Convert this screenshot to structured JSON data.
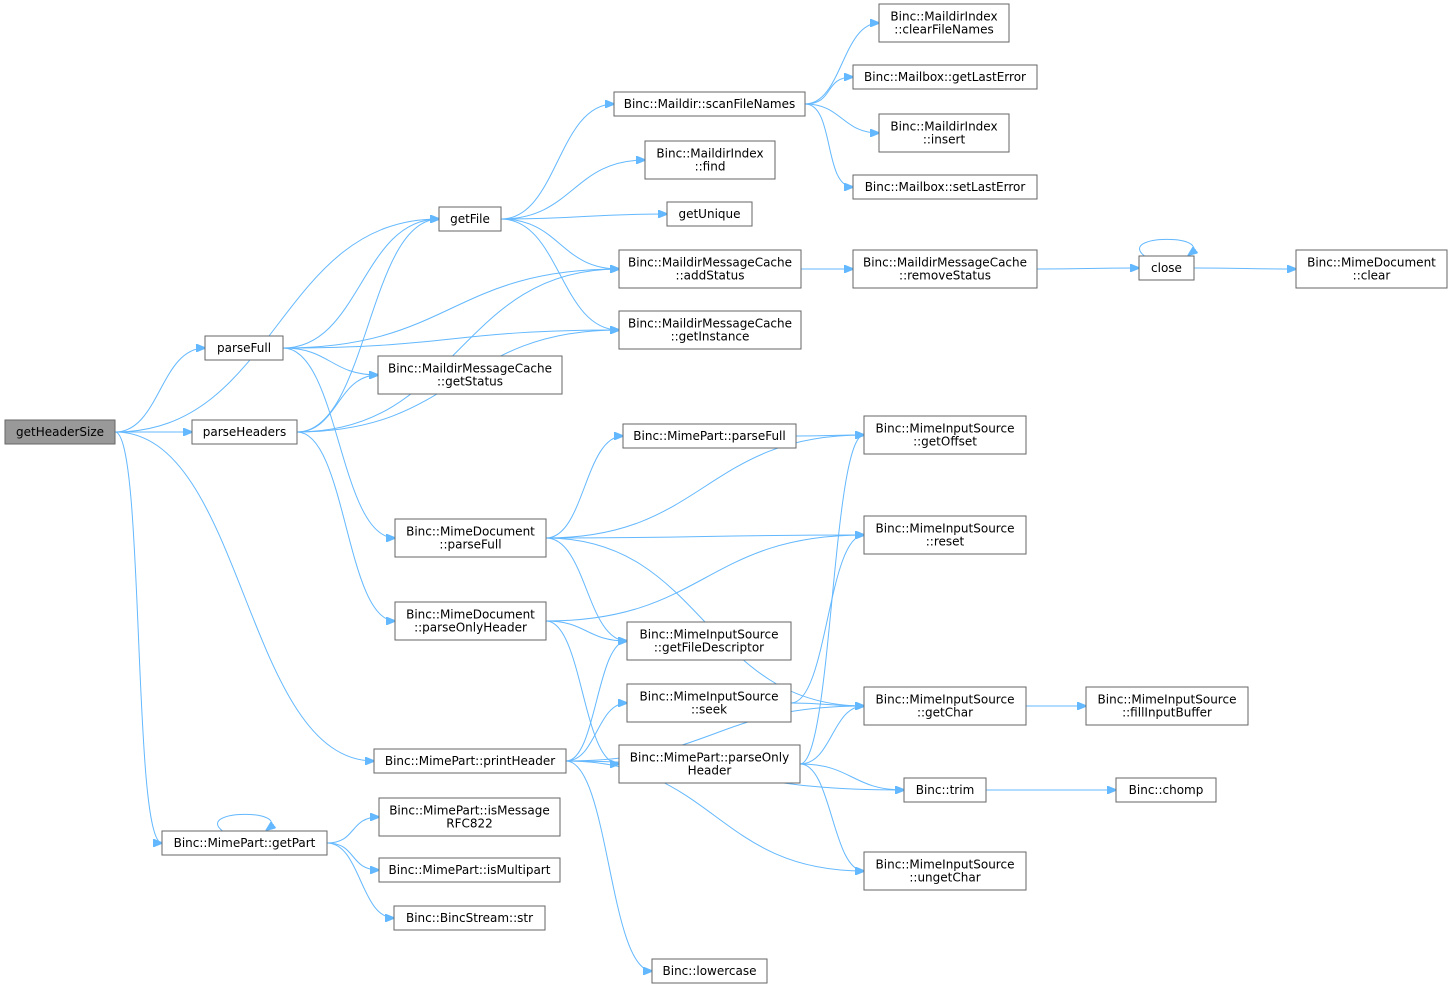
{
  "graph": {
    "nodes": [
      {
        "id": "getHeaderSize",
        "lines": [
          "getHeaderSize"
        ],
        "root": true
      },
      {
        "id": "parseFull",
        "lines": [
          "parseFull"
        ]
      },
      {
        "id": "parseHeaders",
        "lines": [
          "parseHeaders"
        ]
      },
      {
        "id": "getPart",
        "lines": [
          "Binc::MimePart::getPart"
        ]
      },
      {
        "id": "printHeader",
        "lines": [
          "Binc::MimePart::printHeader"
        ]
      },
      {
        "id": "getFile",
        "lines": [
          "getFile"
        ]
      },
      {
        "id": "getStatus",
        "lines": [
          "Binc::MaildirMessageCache",
          "::getStatus"
        ]
      },
      {
        "id": "mdParseFull",
        "lines": [
          "Binc::MimeDocument",
          "::parseFull"
        ]
      },
      {
        "id": "mdParseOnlyHeader",
        "lines": [
          "Binc::MimeDocument",
          "::parseOnlyHeader"
        ]
      },
      {
        "id": "isMessageRFC822",
        "lines": [
          "Binc::MimePart::isMessage",
          "RFC822"
        ]
      },
      {
        "id": "isMultipart",
        "lines": [
          "Binc::MimePart::isMultipart"
        ]
      },
      {
        "id": "bincStreamStr",
        "lines": [
          "Binc::BincStream::str"
        ]
      },
      {
        "id": "scanFileNames",
        "lines": [
          "Binc::Maildir::scanFileNames"
        ]
      },
      {
        "id": "mdiFind",
        "lines": [
          "Binc::MaildirIndex",
          "::find"
        ]
      },
      {
        "id": "getUnique",
        "lines": [
          "getUnique"
        ]
      },
      {
        "id": "addStatus",
        "lines": [
          "Binc::MaildirMessageCache",
          "::addStatus"
        ]
      },
      {
        "id": "getInstance",
        "lines": [
          "Binc::MaildirMessageCache",
          "::getInstance"
        ]
      },
      {
        "id": "mpParseFull",
        "lines": [
          "Binc::MimePart::parseFull"
        ]
      },
      {
        "id": "getFileDescriptor",
        "lines": [
          "Binc::MimeInputSource",
          "::getFileDescriptor"
        ]
      },
      {
        "id": "seek",
        "lines": [
          "Binc::MimeInputSource",
          "::seek"
        ]
      },
      {
        "id": "mpParseOnlyHeader",
        "lines": [
          "Binc::MimePart::parseOnly",
          "Header"
        ]
      },
      {
        "id": "lowercase",
        "lines": [
          "Binc::lowercase"
        ]
      },
      {
        "id": "clearFileNames",
        "lines": [
          "Binc::MaildirIndex",
          "::clearFileNames"
        ]
      },
      {
        "id": "getLastError",
        "lines": [
          "Binc::Mailbox::getLastError"
        ]
      },
      {
        "id": "mdiInsert",
        "lines": [
          "Binc::MaildirIndex",
          "::insert"
        ]
      },
      {
        "id": "setLastError",
        "lines": [
          "Binc::Mailbox::setLastError"
        ]
      },
      {
        "id": "removeStatus",
        "lines": [
          "Binc::MaildirMessageCache",
          "::removeStatus"
        ]
      },
      {
        "id": "getOffset",
        "lines": [
          "Binc::MimeInputSource",
          "::getOffset"
        ]
      },
      {
        "id": "reset",
        "lines": [
          "Binc::MimeInputSource",
          "::reset"
        ]
      },
      {
        "id": "getChar",
        "lines": [
          "Binc::MimeInputSource",
          "::getChar"
        ]
      },
      {
        "id": "trim",
        "lines": [
          "Binc::trim"
        ]
      },
      {
        "id": "ungetChar",
        "lines": [
          "Binc::MimeInputSource",
          "::ungetChar"
        ]
      },
      {
        "id": "close",
        "lines": [
          "close"
        ]
      },
      {
        "id": "fillInputBuffer",
        "lines": [
          "Binc::MimeInputSource",
          "::fillInputBuffer"
        ]
      },
      {
        "id": "chomp",
        "lines": [
          "Binc::chomp"
        ]
      },
      {
        "id": "mdClear",
        "lines": [
          "Binc::MimeDocument",
          "::clear"
        ]
      }
    ],
    "edges": [
      [
        "getHeaderSize",
        "getFile"
      ],
      [
        "getHeaderSize",
        "parseFull"
      ],
      [
        "getHeaderSize",
        "parseHeaders"
      ],
      [
        "getHeaderSize",
        "printHeader"
      ],
      [
        "getHeaderSize",
        "getPart"
      ],
      [
        "parseFull",
        "getFile"
      ],
      [
        "parseFull",
        "addStatus"
      ],
      [
        "parseFull",
        "getInstance"
      ],
      [
        "parseFull",
        "getStatus"
      ],
      [
        "parseFull",
        "mdParseFull"
      ],
      [
        "parseHeaders",
        "getFile"
      ],
      [
        "parseHeaders",
        "getStatus"
      ],
      [
        "parseHeaders",
        "addStatus"
      ],
      [
        "parseHeaders",
        "getInstance"
      ],
      [
        "parseHeaders",
        "mdParseOnlyHeader"
      ],
      [
        "getFile",
        "scanFileNames"
      ],
      [
        "getFile",
        "mdiFind"
      ],
      [
        "getFile",
        "getUnique"
      ],
      [
        "getFile",
        "addStatus"
      ],
      [
        "getFile",
        "getInstance"
      ],
      [
        "scanFileNames",
        "clearFileNames"
      ],
      [
        "scanFileNames",
        "getLastError"
      ],
      [
        "scanFileNames",
        "mdiInsert"
      ],
      [
        "scanFileNames",
        "setLastError"
      ],
      [
        "addStatus",
        "removeStatus"
      ],
      [
        "removeStatus",
        "close"
      ],
      [
        "close",
        "close"
      ],
      [
        "close",
        "mdClear"
      ],
      [
        "mdParseFull",
        "getOffset"
      ],
      [
        "mdParseFull",
        "mpParseFull"
      ],
      [
        "mdParseFull",
        "reset"
      ],
      [
        "mdParseFull",
        "getChar"
      ],
      [
        "mdParseFull",
        "getFileDescriptor"
      ],
      [
        "mpParseFull",
        "getOffset"
      ],
      [
        "mdParseOnlyHeader",
        "reset"
      ],
      [
        "mdParseOnlyHeader",
        "getFileDescriptor"
      ],
      [
        "mdParseOnlyHeader",
        "mpParseOnlyHeader"
      ],
      [
        "printHeader",
        "getFileDescriptor"
      ],
      [
        "printHeader",
        "seek"
      ],
      [
        "printHeader",
        "getChar"
      ],
      [
        "printHeader",
        "trim"
      ],
      [
        "printHeader",
        "ungetChar"
      ],
      [
        "printHeader",
        "lowercase"
      ],
      [
        "seek",
        "reset"
      ],
      [
        "seek",
        "getChar"
      ],
      [
        "mpParseOnlyHeader",
        "getOffset"
      ],
      [
        "mpParseOnlyHeader",
        "getChar"
      ],
      [
        "mpParseOnlyHeader",
        "trim"
      ],
      [
        "mpParseOnlyHeader",
        "ungetChar"
      ],
      [
        "getChar",
        "fillInputBuffer"
      ],
      [
        "trim",
        "chomp"
      ],
      [
        "getPart",
        "getPart"
      ],
      [
        "getPart",
        "isMessageRFC822"
      ],
      [
        "getPart",
        "isMultipart"
      ],
      [
        "getPart",
        "bincStreamStr"
      ]
    ]
  }
}
